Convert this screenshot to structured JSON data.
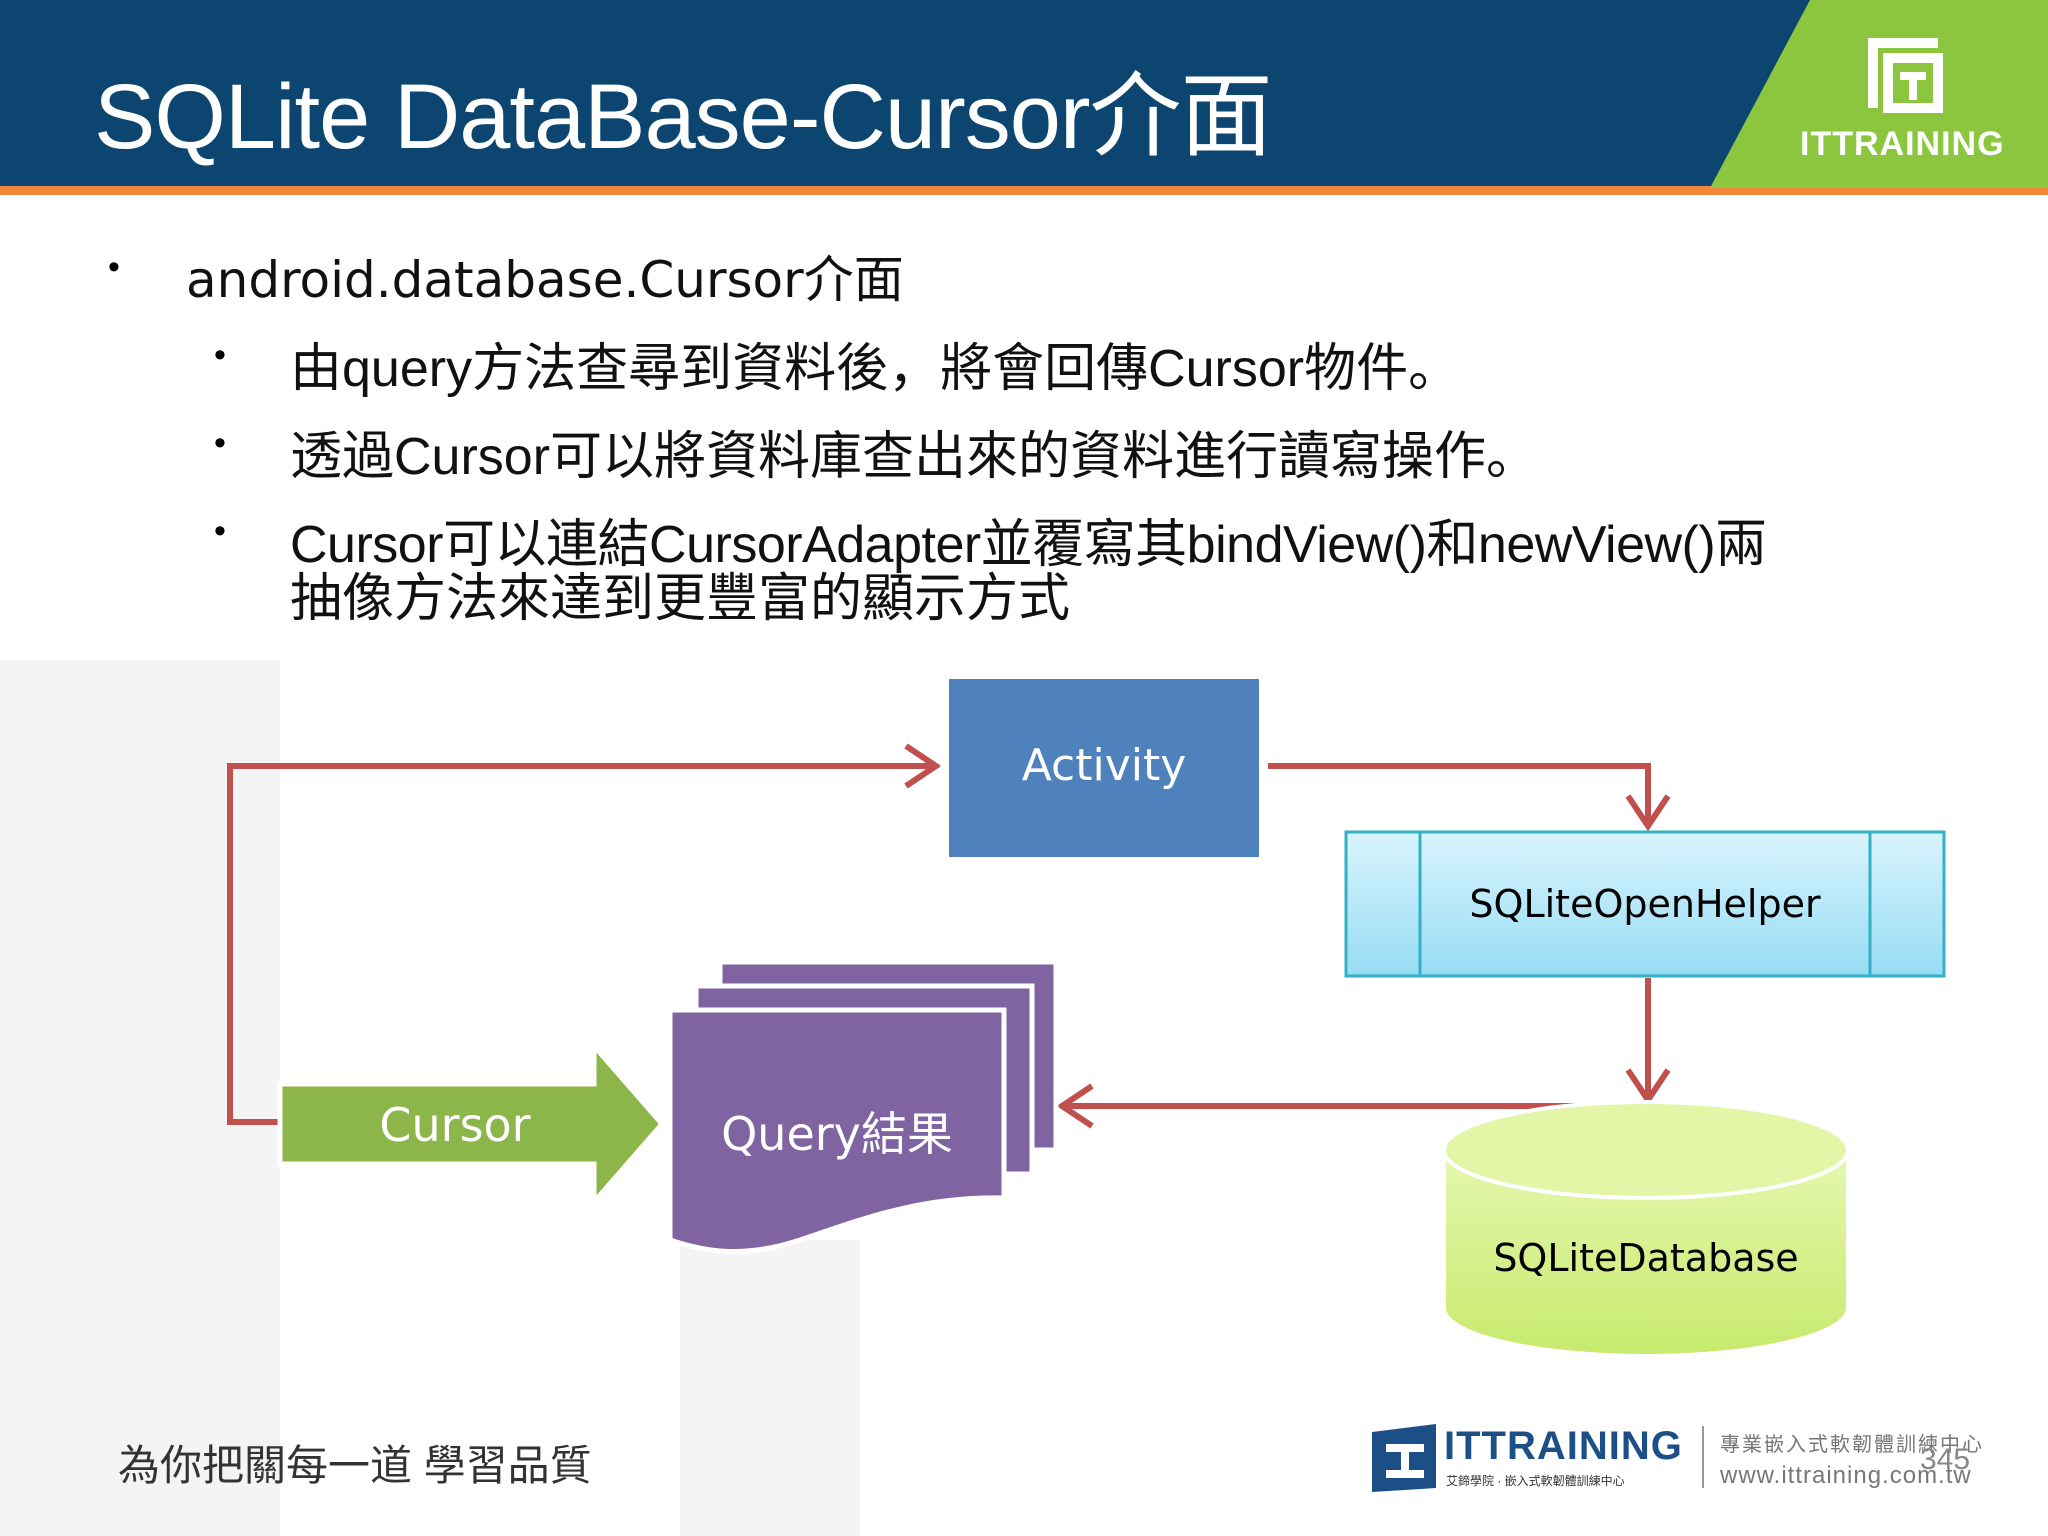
{
  "slide": {
    "title": "SQLite DataBase-Cursor介面",
    "brand": "ITTRAINING"
  },
  "bullets": {
    "level1": "android.database.Cursor介面",
    "level2": [
      "由query方法查尋到資料後，將會回傳Cursor物件。",
      "透過Cursor可以將資料庫查出來的資料進行讀寫操作。",
      "Cursor可以連結CursorAdapter並覆寫其bindView()和newView()兩",
      "抽像方法來達到更豐富的顯示方式"
    ]
  },
  "diagram": {
    "activity": "Activity",
    "helper": "SQLiteOpenHelper",
    "database": "SQLiteDatabase",
    "query_result": "Query結果",
    "cursor": "Cursor"
  },
  "footer": {
    "slogan": "為你把關每一道 學習品質",
    "logo_text": "ITTRAINING",
    "logo_sub": "專業嵌入式軟韌體訓練中心",
    "logo_small": "艾鍗學院 · 嵌入式軟韌體訓練中心",
    "website": "www.ittraining.com.tw",
    "page_number": "345"
  },
  "colors": {
    "header": "#0c4670",
    "accent_orange": "#f0873a",
    "logo_green": "#8cc63f",
    "arrow_red": "#c0504d",
    "activity_blue": "#4f81bd",
    "helper_cyan": "#b7e6f7",
    "db_green": "#d6f08f",
    "query_purple": "#8064a2",
    "cursor_green": "#8cb54a"
  }
}
